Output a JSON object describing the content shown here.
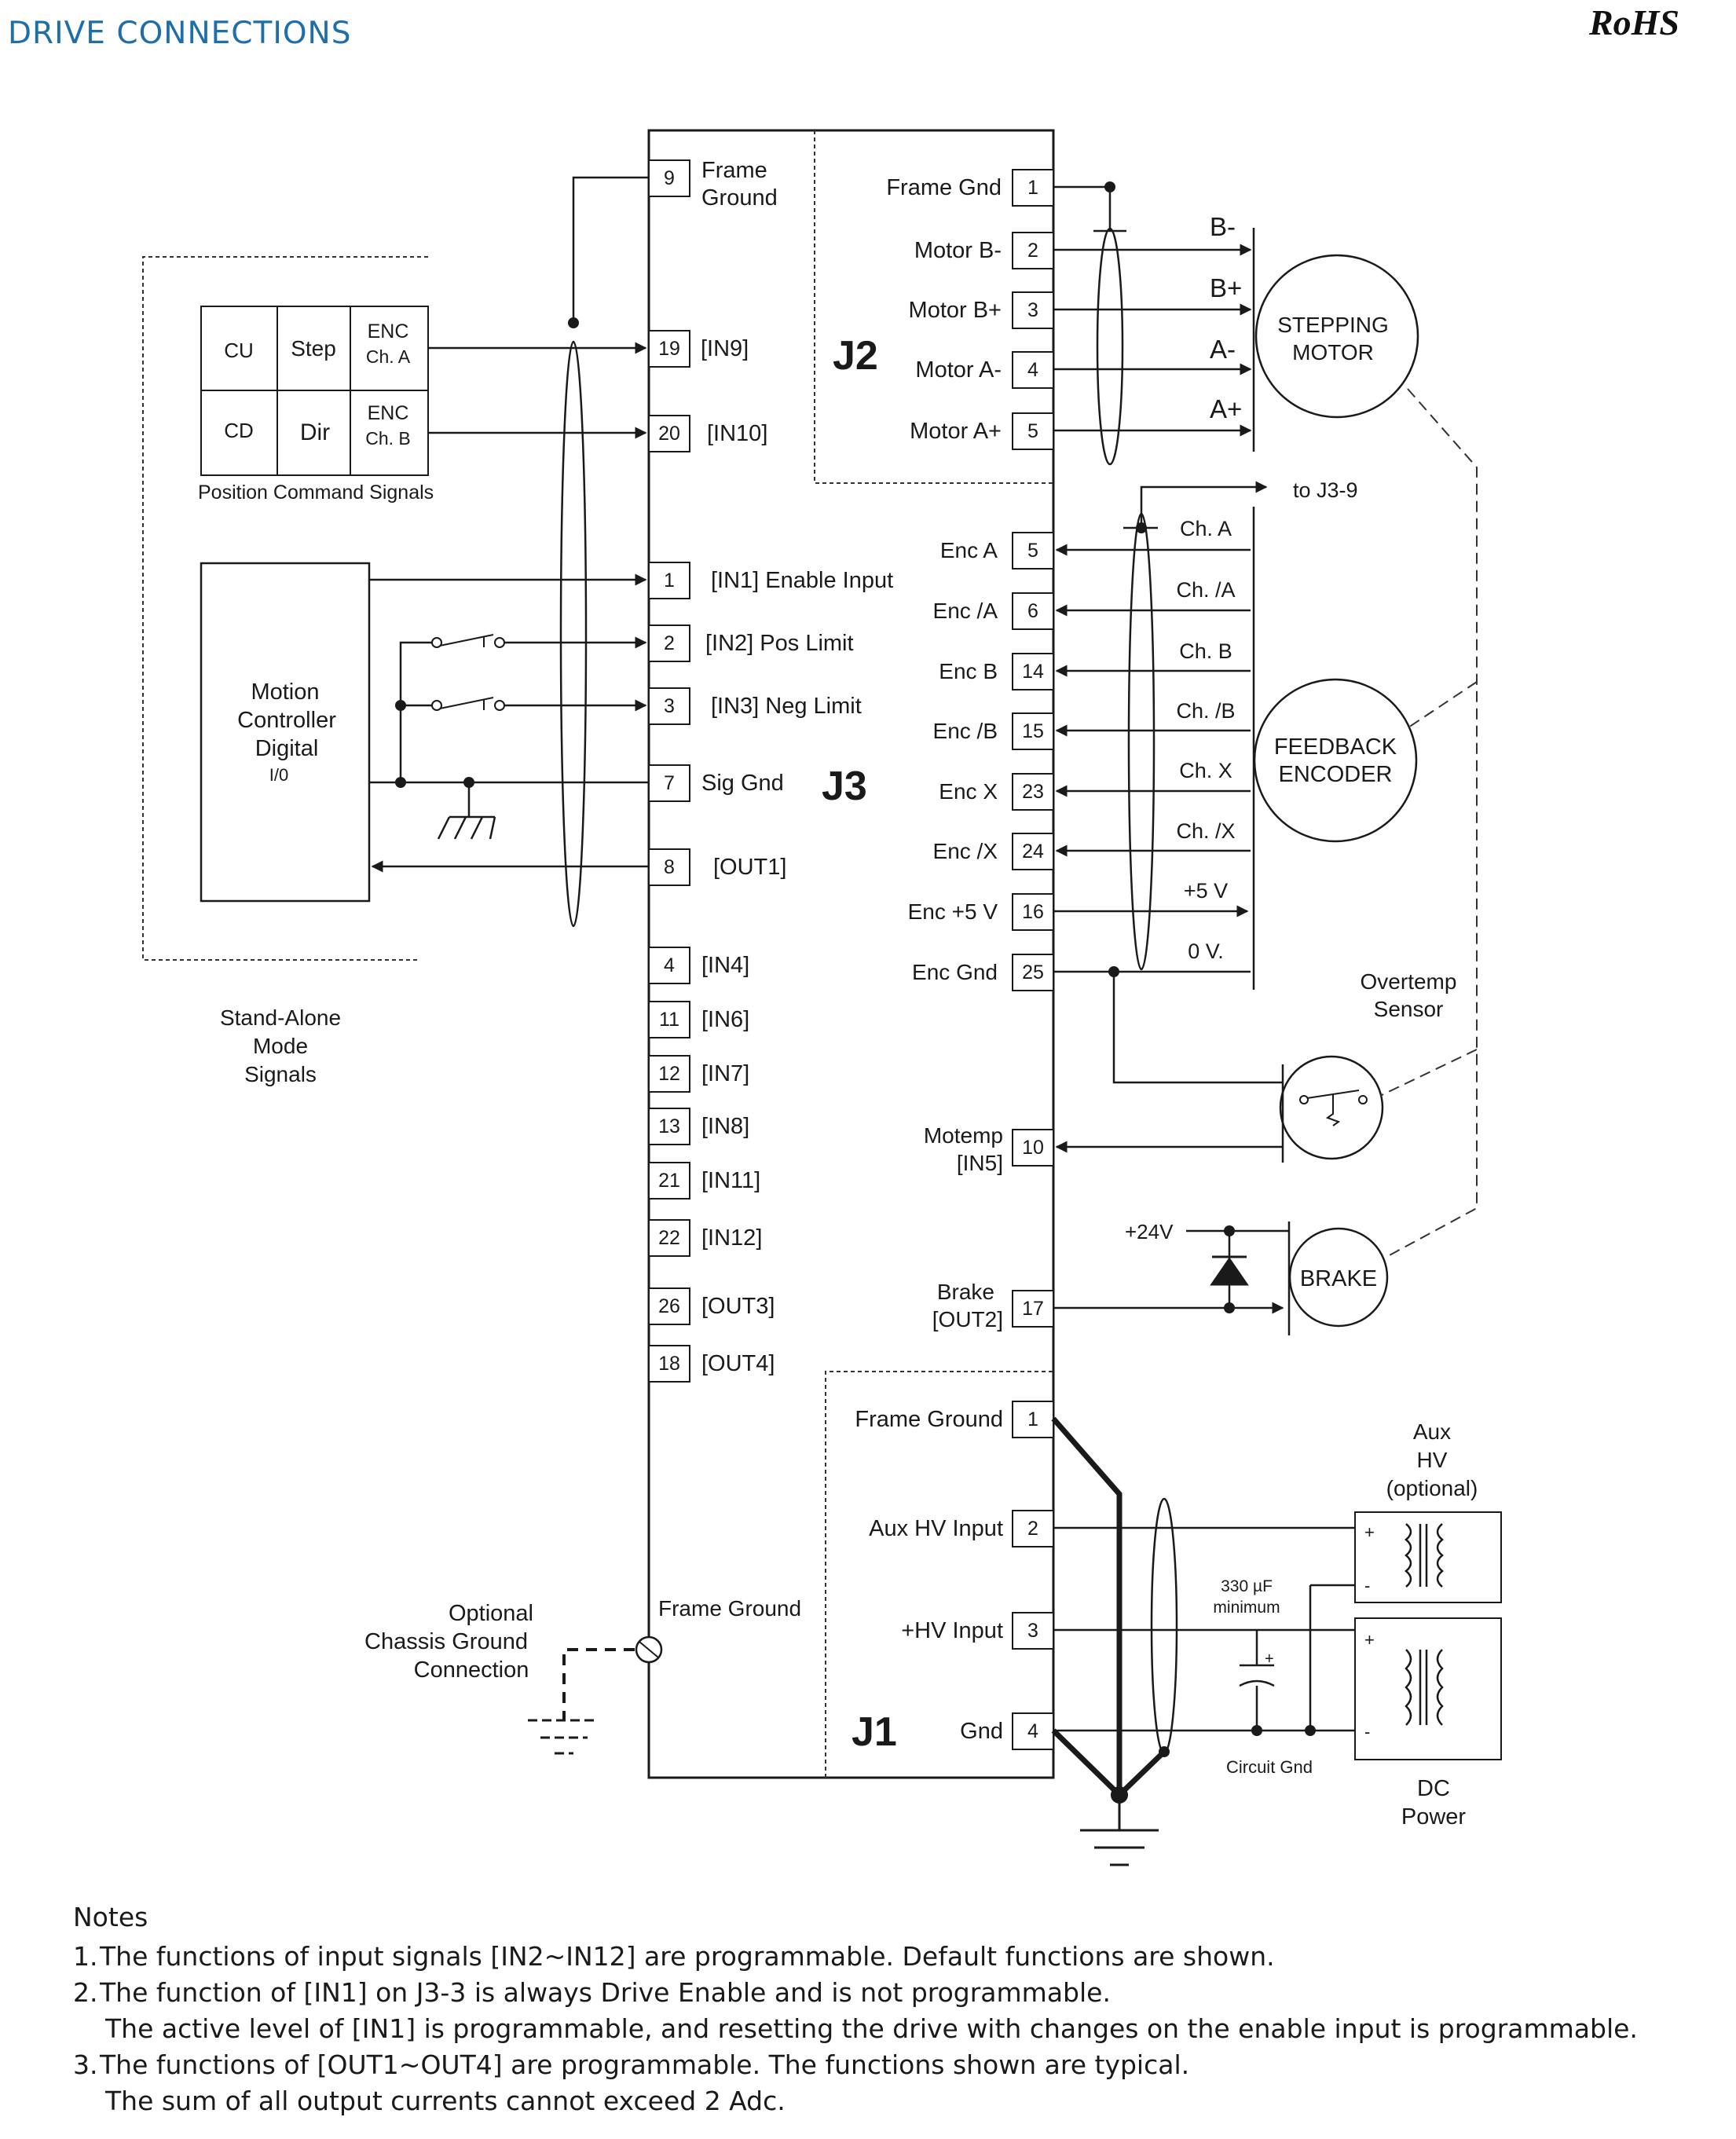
{
  "header": {
    "title": "DRIVE CONNECTIONS",
    "badge": "RoHS"
  },
  "connectors": {
    "j2": "J2",
    "j3": "J3",
    "j1": "J1"
  },
  "j2": {
    "frame_ground": {
      "pin": "9",
      "label1": "Frame",
      "label2": "Ground"
    },
    "left_pins": [
      {
        "pin": "19",
        "label": "[IN9]"
      },
      {
        "pin": "20",
        "label": "[IN10]"
      }
    ],
    "right_pins": [
      {
        "pin": "1",
        "label": "Frame Gnd"
      },
      {
        "pin": "2",
        "label": "Motor B-"
      },
      {
        "pin": "3",
        "label": "Motor B+"
      },
      {
        "pin": "4",
        "label": "Motor A-"
      },
      {
        "pin": "5",
        "label": "Motor A+"
      }
    ]
  },
  "j3": {
    "left_pins": [
      {
        "pin": "1",
        "label": "[IN1] Enable Input"
      },
      {
        "pin": "2",
        "label": "[IN2] Pos Limit"
      },
      {
        "pin": "3",
        "label": "[IN3] Neg Limit"
      },
      {
        "pin": "7",
        "label": "Sig Gnd"
      },
      {
        "pin": "8",
        "label": "[OUT1]"
      },
      {
        "pin": "4",
        "label": "[IN4]"
      },
      {
        "pin": "11",
        "label": "[IN6]"
      },
      {
        "pin": "12",
        "label": "[IN7]"
      },
      {
        "pin": "13",
        "label": "[IN8]"
      },
      {
        "pin": "21",
        "label": "[IN11]"
      },
      {
        "pin": "22",
        "label": "[IN12]"
      },
      {
        "pin": "26",
        "label": "[OUT3]"
      },
      {
        "pin": "18",
        "label": "[OUT4]"
      }
    ],
    "right_pins": [
      {
        "pin": "5",
        "label": "Enc A"
      },
      {
        "pin": "6",
        "label": "Enc /A"
      },
      {
        "pin": "14",
        "label": "Enc B"
      },
      {
        "pin": "15",
        "label": "Enc /B"
      },
      {
        "pin": "23",
        "label": "Enc X"
      },
      {
        "pin": "24",
        "label": "Enc /X"
      },
      {
        "pin": "16",
        "label": "Enc +5 V"
      },
      {
        "pin": "25",
        "label": "Enc Gnd"
      }
    ],
    "motemp": {
      "pin": "10",
      "label1": "Motemp",
      "label2": "[IN5]"
    },
    "brake": {
      "pin": "17",
      "label1": "Brake",
      "label2": "[OUT2]"
    }
  },
  "j1": {
    "pins": [
      {
        "pin": "1",
        "label": "Frame Ground"
      },
      {
        "pin": "2",
        "label": "Aux HV Input"
      },
      {
        "pin": "3",
        "label": "+HV Input"
      },
      {
        "pin": "4",
        "label": "Gnd"
      }
    ],
    "frame_ground_label": "Frame Ground"
  },
  "position_command": {
    "cells": [
      "CU",
      "Step",
      "ENC",
      "Ch. A",
      "CD",
      "Dir",
      "ENC",
      "Ch. B"
    ],
    "caption": "Position Command Signals"
  },
  "motion_controller": {
    "lines": [
      "Motion",
      "Controller",
      "Digital",
      "I/0"
    ]
  },
  "standalone": {
    "lines": [
      "Stand-Alone",
      "Mode",
      "Signals"
    ]
  },
  "stepping_motor": {
    "lines": [
      "STEPPING",
      "MOTOR"
    ],
    "wires": [
      "B-",
      "B+",
      "A-",
      "A+"
    ]
  },
  "feedback_encoder": {
    "lines": [
      "FEEDBACK",
      "ENCODER"
    ],
    "channels": [
      "Ch. A",
      "Ch. /A",
      "Ch. B",
      "Ch. /B",
      "Ch. X",
      "Ch. /X",
      "+5 V",
      "0 V."
    ],
    "to_label": "to J3-9"
  },
  "overtemp": {
    "lines": [
      "Overtemp",
      "Sensor"
    ]
  },
  "brake_device": {
    "label": "BRAKE",
    "supply": "+24V"
  },
  "power": {
    "aux": [
      "Aux",
      "HV",
      "(optional)"
    ],
    "dc": [
      "DC",
      "Power"
    ],
    "cap": [
      "330 µF",
      "minimum"
    ],
    "circuit_gnd": "Circuit Gnd",
    "plus": "+",
    "minus": "-"
  },
  "chassis": {
    "lines": [
      "Optional",
      "Chassis Ground",
      "Connection"
    ]
  },
  "notes": {
    "heading": "Notes",
    "items": [
      {
        "num": "1.",
        "text": "The functions of input signals [IN2~IN12] are programmable. Default functions are shown."
      },
      {
        "num": "2.",
        "text": "The function of [IN1] on J3-3 is always Drive Enable and is not programmable.",
        "cont": "The active level of [IN1] is programmable, and resetting the drive with changes on the enable input is programmable."
      },
      {
        "num": "3.",
        "text": "The functions of [OUT1~OUT4] are programmable. The functions shown are typical.",
        "cont": "The sum of all output currents cannot exceed 2 Adc."
      }
    ]
  }
}
